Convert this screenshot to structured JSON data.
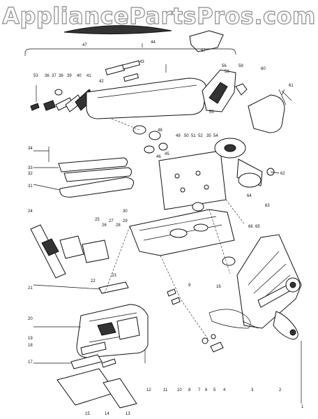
{
  "watermark": "AppliancePartsPros.com",
  "callouts": [
    "1",
    "2",
    "3",
    "4",
    "5",
    "6",
    "7",
    "8",
    "9",
    "10",
    "11",
    "12",
    "13",
    "14",
    "15",
    "16",
    "17",
    "18",
    "19",
    "20",
    "21",
    "22",
    "23",
    "24",
    "25",
    "26",
    "27",
    "28",
    "29",
    "30",
    "31",
    "32",
    "33",
    "34",
    "35",
    "36",
    "37",
    "38",
    "39",
    "40",
    "41",
    "42",
    "43",
    "44",
    "45",
    "46",
    "47",
    "48",
    "49",
    "50",
    "51",
    "52",
    "53",
    "54",
    "55",
    "56",
    "57",
    "58",
    "59",
    "60",
    "61",
    "62",
    "63",
    "64",
    "65",
    "66"
  ]
}
